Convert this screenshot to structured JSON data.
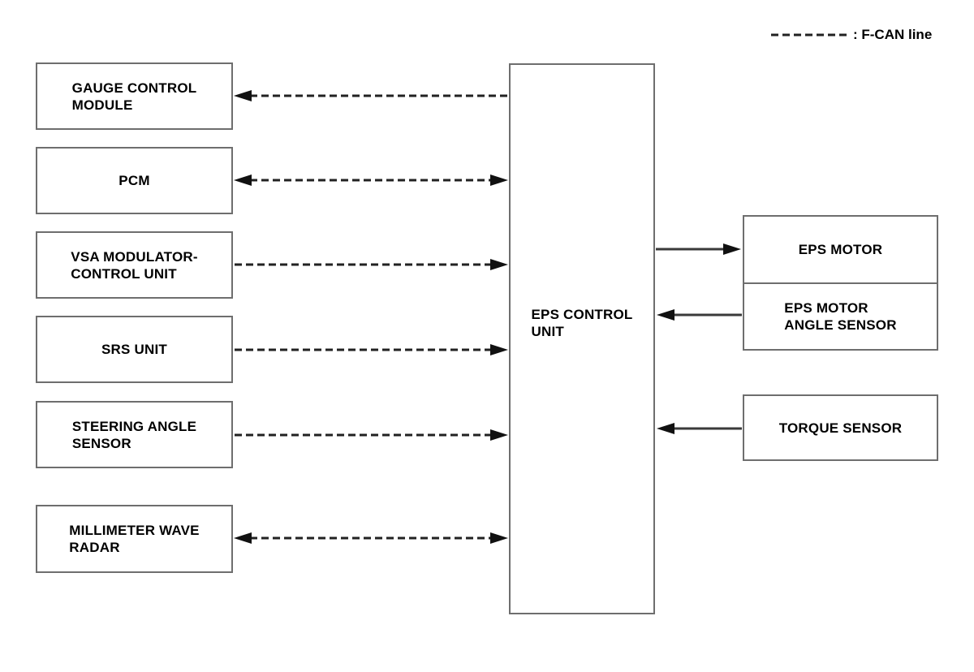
{
  "legend": {
    "label": ": F-CAN line",
    "line_style": "dashed"
  },
  "nodes": {
    "gauge_control_module": {
      "label": "GAUGE CONTROL\nMODULE"
    },
    "pcm": {
      "label": "PCM"
    },
    "vsa_modulator_control_unit": {
      "label": "VSA MODULATOR-\nCONTROL UNIT"
    },
    "srs_unit": {
      "label": "SRS UNIT"
    },
    "steering_angle_sensor": {
      "label": "STEERING ANGLE\nSENSOR"
    },
    "millimeter_wave_radar": {
      "label": "MILLIMETER WAVE\nRADAR"
    },
    "eps_control_unit": {
      "label": "EPS CONTROL\nUNIT"
    },
    "eps_motor": {
      "label": "EPS MOTOR"
    },
    "eps_motor_angle_sensor": {
      "label": "EPS MOTOR\nANGLE SENSOR"
    },
    "torque_sensor": {
      "label": "TORQUE SENSOR"
    }
  },
  "connections": [
    {
      "from": "EPS CONTROL UNIT",
      "to": "GAUGE CONTROL MODULE",
      "line": "dashed",
      "bus": "F-CAN",
      "direction": "one-way"
    },
    {
      "from": "EPS CONTROL UNIT",
      "to": "PCM",
      "line": "dashed",
      "bus": "F-CAN",
      "direction": "two-way"
    },
    {
      "from": "VSA MODULATOR-CONTROL UNIT",
      "to": "EPS CONTROL UNIT",
      "line": "dashed",
      "bus": "F-CAN",
      "direction": "one-way"
    },
    {
      "from": "SRS UNIT",
      "to": "EPS CONTROL UNIT",
      "line": "dashed",
      "bus": "F-CAN",
      "direction": "one-way"
    },
    {
      "from": "STEERING ANGLE SENSOR",
      "to": "EPS CONTROL UNIT",
      "line": "dashed",
      "bus": "F-CAN",
      "direction": "one-way"
    },
    {
      "from": "EPS CONTROL UNIT",
      "to": "MILLIMETER WAVE RADAR",
      "line": "dashed",
      "bus": "F-CAN",
      "direction": "two-way"
    },
    {
      "from": "EPS CONTROL UNIT",
      "to": "EPS MOTOR",
      "line": "solid",
      "direction": "one-way"
    },
    {
      "from": "EPS MOTOR ANGLE SENSOR",
      "to": "EPS CONTROL UNIT",
      "line": "solid",
      "direction": "one-way"
    },
    {
      "from": "TORQUE SENSOR",
      "to": "EPS CONTROL UNIT",
      "line": "solid",
      "direction": "one-way"
    }
  ],
  "colors": {
    "background": "#ffffff",
    "box_border": "#6e6e6e",
    "box_fill": "#ffffff",
    "text": "#000000",
    "dashed_line": "#222222",
    "solid_line": "#3a3a3a",
    "arrowhead": "#111111"
  }
}
